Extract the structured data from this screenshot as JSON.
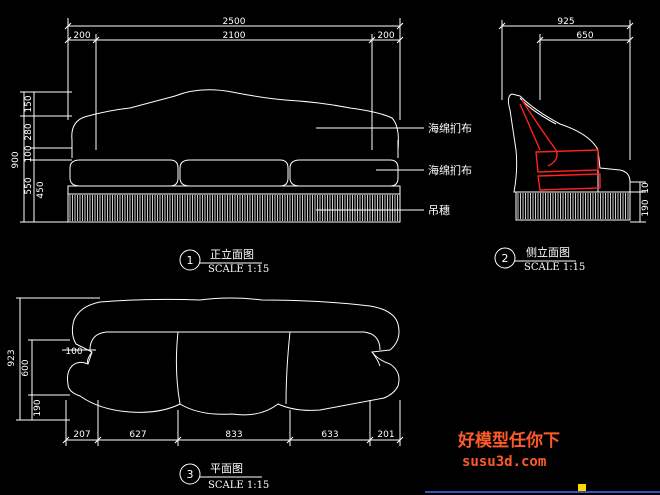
{
  "front_view": {
    "dims_top": {
      "overall": "2500",
      "left_arm": "200",
      "seat_width": "2100",
      "right_arm": "200"
    },
    "dims_left": {
      "total": "900",
      "d1": "150",
      "d2": "280",
      "d3": "100",
      "d4": "550",
      "d5": "450"
    },
    "callouts": [
      "海绵扪布",
      "海绵扪布",
      "吊穗"
    ],
    "marker": "1",
    "title": "正立面图",
    "scale": "SCALE 1:15"
  },
  "side_view": {
    "dims_top": {
      "overall": "925",
      "seat": "650"
    },
    "dims_right": {
      "d1": "10",
      "d2": "190"
    },
    "marker": "2",
    "title": "侧立面图",
    "scale": "SCALE 1:15"
  },
  "plan_view": {
    "dims_left": {
      "total": "923",
      "seat_depth": "600",
      "front": "190"
    },
    "inner_dim": "100",
    "dims_bottom": [
      "207",
      "627",
      "833",
      "633",
      "201"
    ],
    "marker": "3",
    "title": "平面图",
    "scale": "SCALE 1:15"
  },
  "watermark": {
    "line1": "好模型任你下",
    "line2": "susu3d.com"
  },
  "colors": {
    "background": "#000000",
    "lines": "#ffffff",
    "highlight": "#ff2020",
    "watermark": "#ff5a2a",
    "yellow": "#ffd800"
  }
}
